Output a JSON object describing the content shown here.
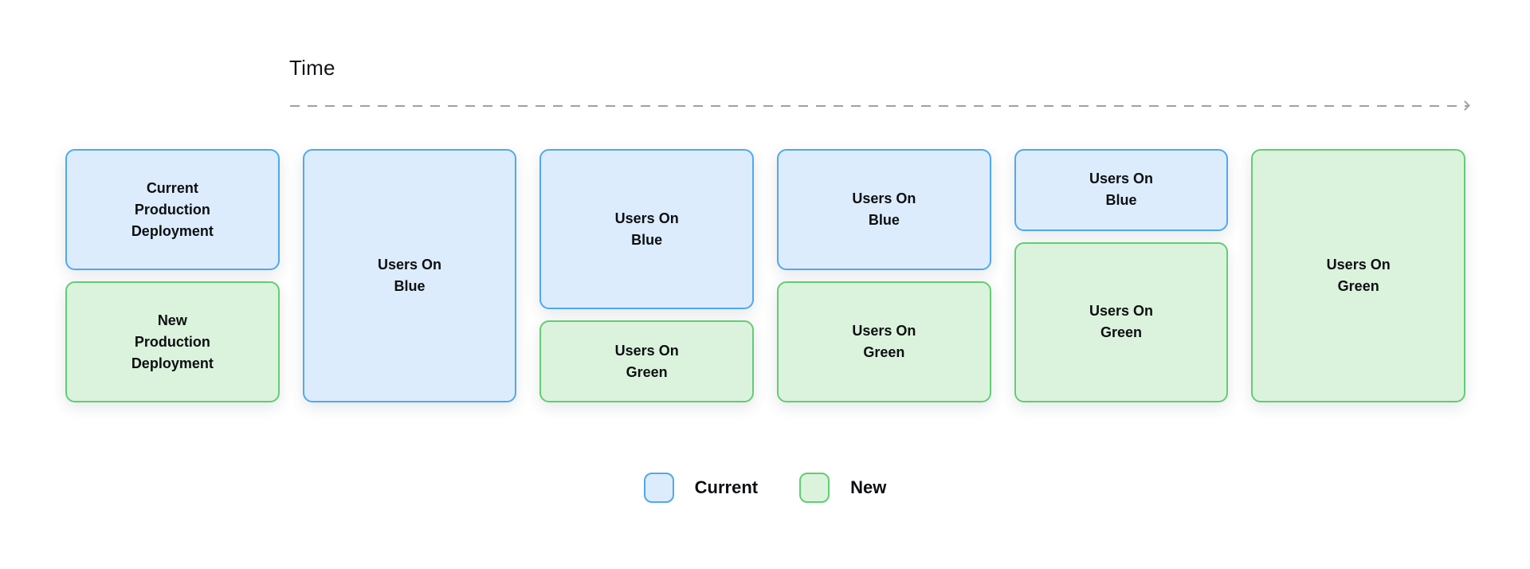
{
  "diagram": {
    "title_context": "Blue-green deployment traffic shift over time",
    "time_axis": {
      "label": "Time"
    },
    "columns": [
      {
        "segments": [
          {
            "kind": "current",
            "label": "Current\nProduction\nDeployment",
            "share": 0.5
          },
          {
            "kind": "new",
            "label": "New\nProduction\nDeployment",
            "share": 0.5
          }
        ]
      },
      {
        "segments": [
          {
            "kind": "current",
            "label": "Users On\nBlue",
            "share": 1.0
          }
        ]
      },
      {
        "segments": [
          {
            "kind": "current",
            "label": "Users On\nBlue",
            "share": 0.67
          },
          {
            "kind": "new",
            "label": "Users On\nGreen",
            "share": 0.33
          }
        ]
      },
      {
        "segments": [
          {
            "kind": "current",
            "label": "Users On\nBlue",
            "share": 0.5
          },
          {
            "kind": "new",
            "label": "Users On\nGreen",
            "share": 0.5
          }
        ]
      },
      {
        "segments": [
          {
            "kind": "current",
            "label": "Users On\nBlue",
            "share": 0.33
          },
          {
            "kind": "new",
            "label": "Users On\nGreen",
            "share": 0.67
          }
        ]
      },
      {
        "segments": [
          {
            "kind": "new",
            "label": "Users On\nGreen",
            "share": 1.0
          }
        ]
      }
    ],
    "legend": {
      "items": [
        {
          "kind": "current",
          "label": "Current"
        },
        {
          "kind": "new",
          "label": "New"
        }
      ]
    },
    "colors": {
      "current_fill": "#dcecfd",
      "current_border": "#51a8f0",
      "new_fill": "#dbf3dc",
      "new_border": "#62cd72",
      "axis_dash": "#9aa5a0"
    }
  }
}
